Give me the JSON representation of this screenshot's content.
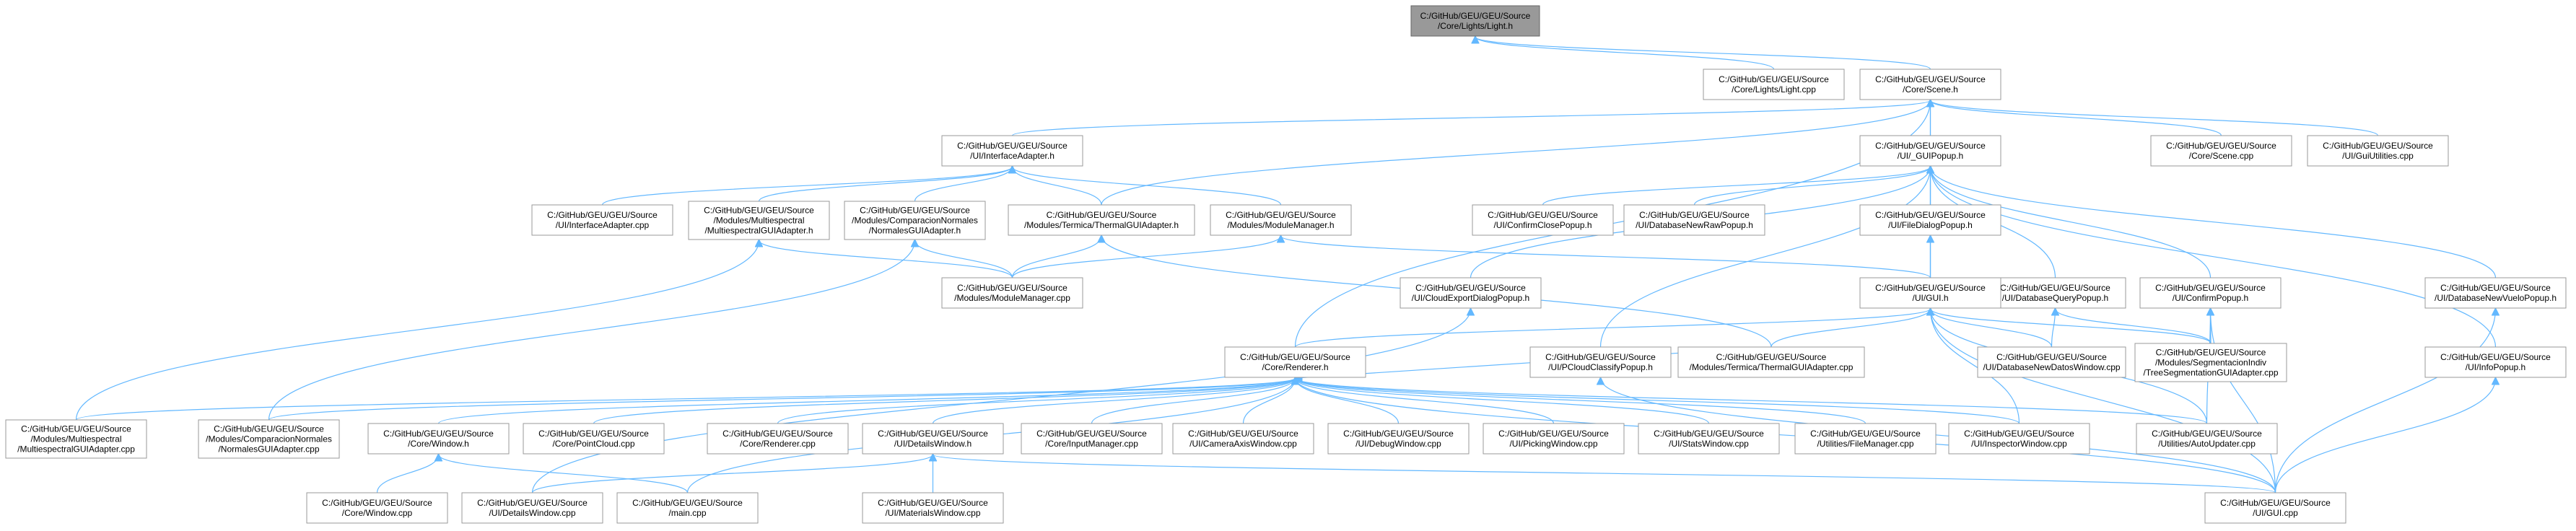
{
  "nodes": [
    {
      "id": "light_h",
      "lines": [
        "C:/GitHub/GEU/GEU/Source",
        "/Core/Lights/Light.h"
      ],
      "root": true
    },
    {
      "id": "light_cpp",
      "lines": [
        "C:/GitHub/GEU/GEU/Source",
        "/Core/Lights/Light.cpp"
      ]
    },
    {
      "id": "scene_h",
      "lines": [
        "C:/GitHub/GEU/GEU/Source",
        "/Core/Scene.h"
      ]
    },
    {
      "id": "interfaceadapter_h",
      "lines": [
        "C:/GitHub/GEU/GEU/Source",
        "/UI/InterfaceAdapter.h"
      ]
    },
    {
      "id": "guipopup_h",
      "lines": [
        "C:/GitHub/GEU/GEU/Source",
        "/UI/_GUIPopup.h"
      ]
    },
    {
      "id": "scene_cpp",
      "lines": [
        "C:/GitHub/GEU/GEU/Source",
        "/Core/Scene.cpp"
      ]
    },
    {
      "id": "guiutilities_cpp",
      "lines": [
        "C:/GitHub/GEU/GEU/Source",
        "/UI/GuiUtilities.cpp"
      ]
    },
    {
      "id": "interfaceadapter_cpp",
      "lines": [
        "C:/GitHub/GEU/GEU/Source",
        "/UI/InterfaceAdapter.cpp"
      ]
    },
    {
      "id": "multispectral_h",
      "lines": [
        "C:/GitHub/GEU/GEU/Source",
        "/Modules/Multiespectral",
        "/MultiespectralGUIAdapter.h"
      ]
    },
    {
      "id": "comparacion_h",
      "lines": [
        "C:/GitHub/GEU/GEU/Source",
        "/Modules/ComparacionNormales",
        "/NormalesGUIAdapter.h"
      ]
    },
    {
      "id": "thermal_h",
      "lines": [
        "C:/GitHub/GEU/GEU/Source",
        "/Modules/Termica/ThermalGUIAdapter.h"
      ]
    },
    {
      "id": "modulemanager_h",
      "lines": [
        "C:/GitHub/GEU/GEU/Source",
        "/Modules/ModuleManager.h"
      ]
    },
    {
      "id": "confirmclose_h",
      "lines": [
        "C:/GitHub/GEU/GEU/Source",
        "/UI/ConfirmClosePopup.h"
      ]
    },
    {
      "id": "dbnewraw_h",
      "lines": [
        "C:/GitHub/GEU/GEU/Source",
        "/UI/DatabaseNewRawPopup.h"
      ]
    },
    {
      "id": "filedialog_h",
      "lines": [
        "C:/GitHub/GEU/GEU/Source",
        "/UI/FileDialogPopup.h"
      ]
    },
    {
      "id": "dbquery_h",
      "lines": [
        "C:/GitHub/GEU/GEU/Source",
        "/UI/DatabaseQueryPopup.h"
      ]
    },
    {
      "id": "confirmpopup_h",
      "lines": [
        "C:/GitHub/GEU/GEU/Source",
        "/UI/ConfirmPopup.h"
      ]
    },
    {
      "id": "dbnewvuelo_h",
      "lines": [
        "C:/GitHub/GEU/GEU/Source",
        "/UI/DatabaseNewVueloPopup.h"
      ]
    },
    {
      "id": "modulemanager_cpp",
      "lines": [
        "C:/GitHub/GEU/GEU/Source",
        "/Modules/ModuleManager.cpp"
      ]
    },
    {
      "id": "cloudexport_h",
      "lines": [
        "C:/GitHub/GEU/GEU/Source",
        "/UI/CloudExportDialogPopup.h"
      ]
    },
    {
      "id": "gui_h",
      "lines": [
        "C:/GitHub/GEU/GEU/Source",
        "/UI/GUI.h"
      ]
    },
    {
      "id": "renderer_h",
      "lines": [
        "C:/GitHub/GEU/GEU/Source",
        "/Core/Renderer.h"
      ]
    },
    {
      "id": "pcloudclassify_h",
      "lines": [
        "C:/GitHub/GEU/GEU/Source",
        "/UI/PCloudClassifyPopup.h"
      ]
    },
    {
      "id": "thermal_cpp",
      "lines": [
        "C:/GitHub/GEU/GEU/Source",
        "/Modules/Termica/ThermalGUIAdapter.cpp"
      ]
    },
    {
      "id": "dbnewdatos_cpp",
      "lines": [
        "C:/GitHub/GEU/GEU/Source",
        "/UI/DatabaseNewDatosWindow.cpp"
      ]
    },
    {
      "id": "treeseg_cpp",
      "lines": [
        "C:/GitHub/GEU/GEU/Source",
        "/Modules/SegmentacionIndiv",
        "/TreeSegmentationGUIAdapter.cpp"
      ]
    },
    {
      "id": "infopopup_h",
      "lines": [
        "C:/GitHub/GEU/GEU/Source",
        "/UI/InfoPopup.h"
      ]
    },
    {
      "id": "multispectral_cpp",
      "lines": [
        "C:/GitHub/GEU/GEU/Source",
        "/Modules/Multiespectral",
        "/MultiespectralGUIAdapter.cpp"
      ]
    },
    {
      "id": "comparacion_cpp",
      "lines": [
        "C:/GitHub/GEU/GEU/Source",
        "/Modules/ComparacionNormales",
        "/NormalesGUIAdapter.cpp"
      ]
    },
    {
      "id": "window_h",
      "lines": [
        "C:/GitHub/GEU/GEU/Source",
        "/Core/Window.h"
      ]
    },
    {
      "id": "pointcloud_cpp",
      "lines": [
        "C:/GitHub/GEU/GEU/Source",
        "/Core/PointCloud.cpp"
      ]
    },
    {
      "id": "renderer_cpp",
      "lines": [
        "C:/GitHub/GEU/GEU/Source",
        "/Core/Renderer.cpp"
      ]
    },
    {
      "id": "detailswindow_h",
      "lines": [
        "C:/GitHub/GEU/GEU/Source",
        "/UI/DetailsWindow.h"
      ]
    },
    {
      "id": "inputmanager_cpp",
      "lines": [
        "C:/GitHub/GEU/GEU/Source",
        "/Core/InputManager.cpp"
      ]
    },
    {
      "id": "cameraaxis_cpp",
      "lines": [
        "C:/GitHub/GEU/GEU/Source",
        "/UI/CameraAxisWindow.cpp"
      ]
    },
    {
      "id": "debugwindow_cpp",
      "lines": [
        "C:/GitHub/GEU/GEU/Source",
        "/UI/DebugWindow.cpp"
      ]
    },
    {
      "id": "pickingwindow_cpp",
      "lines": [
        "C:/GitHub/GEU/GEU/Source",
        "/UI/PickingWindow.cpp"
      ]
    },
    {
      "id": "statswindow_cpp",
      "lines": [
        "C:/GitHub/GEU/GEU/Source",
        "/UI/StatsWindow.cpp"
      ]
    },
    {
      "id": "filemanager_cpp",
      "lines": [
        "C:/GitHub/GEU/GEU/Source",
        "/Utilities/FileManager.cpp"
      ]
    },
    {
      "id": "inspectorwindow_cpp",
      "lines": [
        "C:/GitHub/GEU/GEU/Source",
        "/UI/InspectorWindow.cpp"
      ]
    },
    {
      "id": "autoupdater_cpp",
      "lines": [
        "C:/GitHub/GEU/GEU/Source",
        "/Utilities/AutoUpdater.cpp"
      ]
    },
    {
      "id": "window_cpp",
      "lines": [
        "C:/GitHub/GEU/GEU/Source",
        "/Core/Window.cpp"
      ]
    },
    {
      "id": "detailswindow_cpp",
      "lines": [
        "C:/GitHub/GEU/GEU/Source",
        "/UI/DetailsWindow.cpp"
      ]
    },
    {
      "id": "main_cpp",
      "lines": [
        "C:/GitHub/GEU/GEU/Source",
        "/main.cpp"
      ]
    },
    {
      "id": "materialswindow_cpp",
      "lines": [
        "C:/GitHub/GEU/GEU/Source",
        "/UI/MaterialsWindow.cpp"
      ]
    },
    {
      "id": "gui_cpp",
      "lines": [
        "C:/GitHub/GEU/GEU/Source",
        "/UI/GUI.cpp"
      ]
    }
  ],
  "edges": [
    [
      "light_cpp",
      "light_h"
    ],
    [
      "scene_h",
      "light_h"
    ],
    [
      "interfaceadapter_h",
      "scene_h"
    ],
    [
      "guipopup_h",
      "scene_h"
    ],
    [
      "scene_cpp",
      "scene_h"
    ],
    [
      "guiutilities_cpp",
      "scene_h"
    ],
    [
      "thermal_h",
      "scene_h"
    ],
    [
      "gui_h",
      "scene_h"
    ],
    [
      "renderer_h",
      "scene_h"
    ],
    [
      "interfaceadapter_cpp",
      "interfaceadapter_h"
    ],
    [
      "multispectral_h",
      "interfaceadapter_h"
    ],
    [
      "comparacion_h",
      "interfaceadapter_h"
    ],
    [
      "thermal_h",
      "interfaceadapter_h"
    ],
    [
      "modulemanager_h",
      "interfaceadapter_h"
    ],
    [
      "confirmclose_h",
      "guipopup_h"
    ],
    [
      "dbnewraw_h",
      "guipopup_h"
    ],
    [
      "filedialog_h",
      "guipopup_h"
    ],
    [
      "dbquery_h",
      "guipopup_h"
    ],
    [
      "confirmpopup_h",
      "guipopup_h"
    ],
    [
      "dbnewvuelo_h",
      "guipopup_h"
    ],
    [
      "cloudexport_h",
      "guipopup_h"
    ],
    [
      "gui_h",
      "guipopup_h"
    ],
    [
      "pcloudclassify_h",
      "guipopup_h"
    ],
    [
      "infopopup_h",
      "guipopup_h"
    ],
    [
      "modulemanager_cpp",
      "multispectral_h"
    ],
    [
      "modulemanager_cpp",
      "comparacion_h"
    ],
    [
      "modulemanager_cpp",
      "thermal_h"
    ],
    [
      "modulemanager_cpp",
      "modulemanager_h"
    ],
    [
      "multispectral_cpp",
      "multispectral_h"
    ],
    [
      "comparacion_cpp",
      "comparacion_h"
    ],
    [
      "thermal_cpp",
      "thermal_h"
    ],
    [
      "gui_h",
      "filedialog_h"
    ],
    [
      "gui_h",
      "modulemanager_h"
    ],
    [
      "dbnewdatos_cpp",
      "dbquery_h"
    ],
    [
      "treeseg_cpp",
      "dbquery_h"
    ],
    [
      "treeseg_cpp",
      "confirmpopup_h"
    ],
    [
      "gui_cpp",
      "confirmpopup_h"
    ],
    [
      "autoupdater_cpp",
      "confirmpopup_h"
    ],
    [
      "gui_cpp",
      "dbnewvuelo_h"
    ],
    [
      "detailswindow_cpp",
      "cloudexport_h"
    ],
    [
      "renderer_h",
      "gui_h"
    ],
    [
      "thermal_cpp",
      "gui_h"
    ],
    [
      "dbnewdatos_cpp",
      "gui_h"
    ],
    [
      "treeseg_cpp",
      "gui_h"
    ],
    [
      "inspectorwindow_cpp",
      "gui_h"
    ],
    [
      "autoupdater_cpp",
      "gui_h"
    ],
    [
      "gui_cpp",
      "gui_h"
    ],
    [
      "gui_cpp",
      "pcloudclassify_h"
    ],
    [
      "gui_cpp",
      "infopopup_h"
    ],
    [
      "multispectral_cpp",
      "renderer_h"
    ],
    [
      "comparacion_cpp",
      "renderer_h"
    ],
    [
      "window_h",
      "renderer_h"
    ],
    [
      "pointcloud_cpp",
      "renderer_h"
    ],
    [
      "renderer_cpp",
      "renderer_h"
    ],
    [
      "detailswindow_h",
      "renderer_h"
    ],
    [
      "inputmanager_cpp",
      "renderer_h"
    ],
    [
      "cameraaxis_cpp",
      "renderer_h"
    ],
    [
      "debugwindow_cpp",
      "renderer_h"
    ],
    [
      "pickingwindow_cpp",
      "renderer_h"
    ],
    [
      "statswindow_cpp",
      "renderer_h"
    ],
    [
      "filemanager_cpp",
      "renderer_h"
    ],
    [
      "inspectorwindow_cpp",
      "renderer_h"
    ],
    [
      "autoupdater_cpp",
      "renderer_h"
    ],
    [
      "gui_cpp",
      "renderer_h"
    ],
    [
      "main_cpp",
      "renderer_h"
    ],
    [
      "thermal_cpp",
      "renderer_h"
    ],
    [
      "window_cpp",
      "window_h"
    ],
    [
      "main_cpp",
      "window_h"
    ],
    [
      "detailswindow_cpp",
      "detailswindow_h"
    ],
    [
      "materialswindow_cpp",
      "detailswindow_h"
    ],
    [
      "gui_cpp",
      "detailswindow_h"
    ]
  ]
}
